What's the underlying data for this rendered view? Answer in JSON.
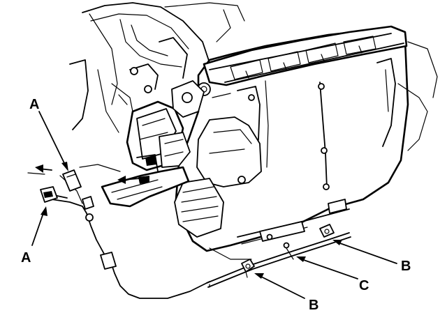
{
  "labels": {
    "a_top": "A",
    "a_left": "A",
    "b_right": "B",
    "b_bottom": "B",
    "c": "C"
  },
  "colors": {
    "ink": "#000000",
    "paper": "#ffffff"
  }
}
